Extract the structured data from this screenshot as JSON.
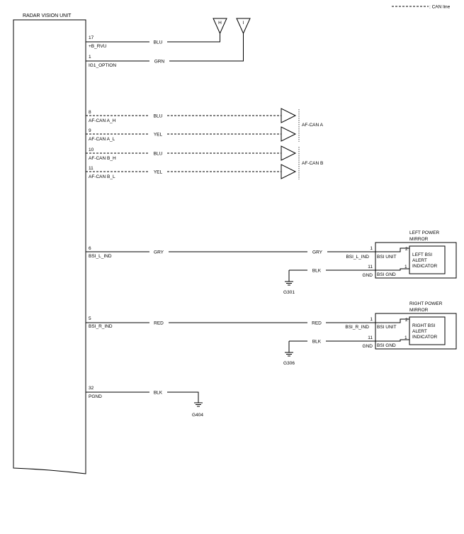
{
  "legend": {
    "label": ": CAN line"
  },
  "unit": {
    "title": "RADAR VISION UNIT"
  },
  "connectors": {
    "h": "H",
    "i": "I"
  },
  "pins": [
    {
      "pin": "17",
      "signal": "+B_RVU",
      "wire": "BLU",
      "can": false
    },
    {
      "pin": "1",
      "signal": "IG1_OPTION",
      "wire": "GRN",
      "can": false
    },
    {
      "pin": "8",
      "signal": "AF-CAN A_H",
      "wire": "BLU",
      "can": true
    },
    {
      "pin": "9",
      "signal": "AF-CAN A_L",
      "wire": "YEL",
      "can": true
    },
    {
      "pin": "10",
      "signal": "AF-CAN B_H",
      "wire": "BLU",
      "can": true
    },
    {
      "pin": "11",
      "signal": "AF-CAN B_L",
      "wire": "YEL",
      "can": true
    },
    {
      "pin": "6",
      "signal": "BSI_L_IND",
      "wire": "GRY",
      "can": false
    },
    {
      "pin": "5",
      "signal": "BSI_R_IND",
      "wire": "RED",
      "can": false
    },
    {
      "pin": "32",
      "signal": "PGND",
      "wire": "BLK",
      "can": false
    }
  ],
  "can_groups": {
    "a": "AF-CAN A",
    "b": "AF-CAN B"
  },
  "mirrors": {
    "left": {
      "title_line1": "LEFT POWER",
      "title_line2": "MIRROR",
      "in_wire": "GRY",
      "in_signal": "BSI_L_IND",
      "in_pin": "1",
      "gnd_wire": "BLK",
      "gnd_pin": "11",
      "gnd_label": "GND",
      "unit_label": "BSI UNIT",
      "unit_gnd_label": "BSI GND",
      "ind_pin_top": "2",
      "ind_pin_bottom": "1",
      "ind_line1": "LEFT BSI",
      "ind_line2": "ALERT",
      "ind_line3": "INDICATOR",
      "ground": "G301"
    },
    "right": {
      "title_line1": "RIGHT POWER",
      "title_line2": "MIRROR",
      "in_wire": "RED",
      "in_signal": "BSI_R_IND",
      "in_pin": "1",
      "gnd_wire": "BLK",
      "gnd_pin": "11",
      "gnd_label": "GND",
      "unit_label": "BSI UNIT",
      "unit_gnd_label": "BSI GND",
      "ind_pin_top": "2",
      "ind_pin_bottom": "1",
      "ind_line1": "RIGHT BSI",
      "ind_line2": "ALERT",
      "ind_line3": "INDICATOR",
      "ground": "G306"
    }
  },
  "unit_ground": "G404"
}
